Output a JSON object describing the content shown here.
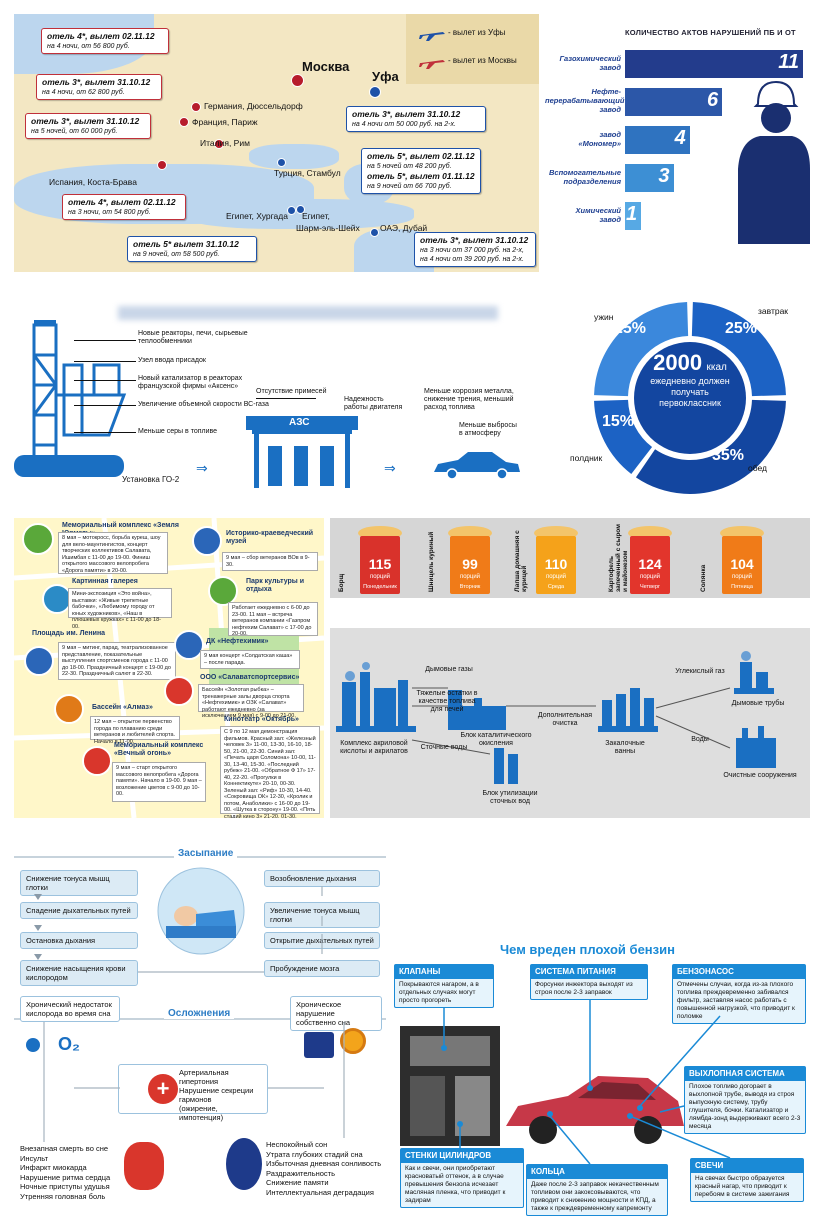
{
  "map": {
    "legend_ufa": "- вылет из Уфы",
    "legend_moscow": "- вылет из Москвы",
    "colors": {
      "ufa": "#1e52a8",
      "moscow": "#c0303a"
    },
    "cities": {
      "moscow": "Москва",
      "ufa": "Уфа",
      "germany": "Германия, Дюссельдорф",
      "france": "Франция, Париж",
      "italy": "Италия, Рим",
      "spain": "Испания, Коста-Брава",
      "turkey": "Турция, Стамбул",
      "egypt_h": "Египет, Хургада",
      "egypt_s1": "Египет,",
      "egypt_s2": "Шарм-эль-Шейх",
      "uae": "ОАЭ, Дубай"
    },
    "cards": [
      {
        "h": "отель 4*, вылет 02.11.12",
        "t": "на 4 ночи, от 56 800 руб."
      },
      {
        "h": "отель 3*, вылет 31.10.12",
        "t": "на 4 ночи, от 62 800 руб."
      },
      {
        "h": "отель 3*, вылет 31.10.12",
        "t": "на 5 ночей, от 60 000 руб."
      },
      {
        "h": "отель 4*, вылет 02.11.12",
        "t": "на 3 ночи, от 54 800 руб."
      },
      {
        "h": "отель 3*, вылет 31.10.12",
        "t": "на 4 ночи от 50 000 руб. на 2-х."
      },
      {
        "h": "отель 5*, вылет 02.11.12",
        "t": "на 5 ночей от 48 200 руб."
      },
      {
        "h": "отель 5*, вылет 01.11.12",
        "t": "на 9 ночей от 66 700 руб."
      },
      {
        "h": "отель 5* вылет 31.10.12",
        "t": "на 9 ночей, от 58 500 руб."
      },
      {
        "h": "отель 3*, вылет 31.10.12",
        "t": "на 3 ночи от 37 000 руб. на 2-х,"
      },
      {
        "h": "",
        "t": "на 4 ночи от 39 200 руб. на 2-х."
      }
    ]
  },
  "violations": {
    "title": "КОЛИЧЕСТВО АКТОВ НАРУШЕНИЙ ПБ И ОТ",
    "chart_data": {
      "type": "bar",
      "categories": [
        "Газохимический завод",
        "Нефте-перерабатывающий завод",
        "завод «Мономер»",
        "Вспомогательные подразделения",
        "Химический завод"
      ],
      "values": [
        11,
        6,
        4,
        3,
        1
      ],
      "title": "КОЛИЧЕСТВО АКТОВ НАРУШЕНИЙ ПБ И ОТ",
      "xlim": [
        0,
        11
      ]
    },
    "labels": [
      [
        "Газохимический",
        "завод"
      ],
      [
        "Нефте-",
        "перерабатывающий",
        "завод"
      ],
      [
        "завод",
        "«Мономер»"
      ],
      [
        "Вспомогательные",
        "подразделения"
      ],
      [
        "Химический",
        "завод"
      ]
    ],
    "colors": [
      "#233c8c",
      "#2c57a8",
      "#2f73c0",
      "#3d8fd4",
      "#57a9e4"
    ]
  },
  "go2": {
    "items": [
      "Новые реакторы, печи, сырьевые теплообменники",
      "Узел ввода присадок",
      "Новый катализатор в реакторах французской фирмы «Аксенс»",
      "Увеличение объемной скорости ВС-газа",
      "Меньше серы в топливе"
    ],
    "plant": "Установка ГО-2",
    "station": "АЗС",
    "no_impurities": "Отсутствие примесей",
    "engine": "Надежность работы двигателя",
    "corrosion": "Меньше коррозия металла, снижение трения, меньший расход топлива",
    "emissions": "Меньше выбросы в атмосферу"
  },
  "donut": {
    "center_num": "2000",
    "center_unit": "ккал",
    "center_text": [
      "ежедневно должен",
      "получать",
      "первоклассник"
    ],
    "chart_data": {
      "type": "pie",
      "categories": [
        "завтрак",
        "обед",
        "полдник",
        "ужин"
      ],
      "values": [
        25,
        35,
        15,
        25
      ]
    },
    "pct": [
      "25%",
      "35%",
      "15%",
      "25%"
    ],
    "colors": {
      "dark": "#1346a0",
      "mid": "#1c62c4",
      "light": "#3b88dc"
    }
  },
  "city": {
    "pois": [
      {
        "t": "Мемориальный комплекс «Земля Юрматы»",
        "b": "8 мая – мотокросс, борьба куреш, шоу для вело-маунтингистов, концерт творческих коллективов Салавата, Ишимбая с 11-00 до 19-00. Финиш открытого массового велопробега «Дорога памяти» в 20-00."
      },
      {
        "t": "Историко-краеведческий музей",
        "b": "9 мая – сбор ветеранов ВОв в 9-30."
      },
      {
        "t": "Картинная галерея",
        "b": "Мини-экспозиция «Это война», выставки: «Живые трепетные бабочки», «Любимому городу от юных художников», «Наш в плюшевых кружках» с 11-00 до 18-00."
      },
      {
        "t": "Парк культуры и отдыха",
        "b": "Работает ежедневно с 6-00 до 23-00. 11 мая – встреча ветеранов компании «Газпром нефтехим Салават» с 17-00 до 20-00."
      },
      {
        "t": "Площадь им. Ленина",
        "b": "9 мая – митинг, парад, театрализованное представление, показательные выступления спортсменов города с 11-00 до 18-00. Праздничный концерт с 19-00 до 22-30. Праздничный салют в 22-30."
      },
      {
        "t": "ДК «Нефтехимик»",
        "b": "9 мая концерт «Солдатская каша» – после парада."
      },
      {
        "t": "ООО «Салаватспортсервис»",
        "b": "Бассейн «Золотая рыбка» – тренажерные залы дворца спорта «Нефтехимик» и ОЗК «Салават» работают ежедневно (за исключением 9 мая) с 9-00 до 21-00."
      },
      {
        "t": "Бассейн «Алмаз»",
        "b": "12 мая – открытое первенство города по плаванию среди ветеранов и любителей спорта. Начало в 11-00."
      },
      {
        "t": "Кинотеатр «Октябрь»",
        "b": "С 9 по 12 мая демонстрация фильмов. Красный зал: «Железный человек 3» 11-00, 13-30, 16-10, 18-50, 21-00, 22-30. Синий зал: «Печать царя Соломона» 10-00, 11-30, 13-40, 15-30. «Последний рубеж» 21-00. «Обратное Ф 17» 17-40, 22-20. «Прогулки в Коннектикуте» 20-10, 00-30. Зеленый зал: «Риф» 10-30, 14-40. «Сокровища ОК» 12-30, «Кролик и потом, Анаболики» с 16-00 до 19-00. «Шутка в сторону» 19-00. «Пять стадий кино 3» 21-20, 01-30."
      },
      {
        "t": "Мемориальный комплекс «Вечный огонь»",
        "b": "9 мая – старт открытого массового велопробега «Дорога памяти». Начало в 19-00. 9 мая – возложение цветов с 9-00 до 10-00."
      }
    ]
  },
  "portions": {
    "chart_data": {
      "type": "bar",
      "categories": [
        "Борщ",
        "Шницель куриный",
        "Лапша домашняя с курицей",
        "Картофель запеченный с сыром и майонезом",
        "Солянка"
      ],
      "values": [
        115,
        99,
        110,
        124,
        104
      ]
    },
    "unit": "порций",
    "days": [
      "Понедельник",
      "Вторник",
      "Среда",
      "Четверг",
      "Пятница"
    ],
    "colors": [
      "#d9322b",
      "#f07b18",
      "#f5a21a",
      "#e2352c",
      "#f07b18"
    ]
  },
  "process": {
    "complex": "Комплекс акриловой кислоты и акрилатов",
    "fluegas": "Дымовые газы",
    "heavy": "Тяжелые остатки в качестве топлива для печей",
    "catalytic": "Блок каталитического окисления",
    "extra": "Дополнительная очистка",
    "co2": "Углекислый газ",
    "stacks": "Дымовые трубы",
    "quench": "Закалочные ванны",
    "water": "Воды",
    "waste": "Сточные воды",
    "utilization": "Блок утилизации сточных вод",
    "treatment": "Очистные сооружения",
    "color": "#1a6fc2"
  },
  "sleep": {
    "title": "Засыпание",
    "left": [
      "Снижение тонуса мышц глотки",
      "Спадение дыхательных путей",
      "Остановка дыхания",
      "Снижение насыщения крови кислородом"
    ],
    "right": [
      "Возобновление дыхания",
      "Увеличение тонуса мышц глотки",
      "Открытие дыхательных путей",
      "Пробуждение мозга"
    ],
    "complications": "Осложнения",
    "chronic_left": "Хронический недостаток кислорода во время сна",
    "chronic_right": "Хроническое нарушение собственно сна",
    "o2": "O₂",
    "center": [
      "Артериальная гипертония",
      "Нарушение секреции гармонов",
      "(ожирение, импотенция)"
    ],
    "bl": [
      "Внезапная смерть во сне",
      "Инсульт",
      "Инфаркт миокарда",
      "Нарушение ритма сердца",
      "Ночные приступы удушья",
      "Утренняя головная боль"
    ],
    "br": [
      "Неспокойный сон",
      "Утрата глубоких стадий сна",
      "Избыточная дневная сонливость",
      "Раздражительность",
      "Снижение памяти",
      "Интеллектуальная деградация"
    ]
  },
  "fuel": {
    "title": "Чем вреден плохой бензин",
    "boxes": [
      {
        "h": "КЛАПАНЫ",
        "b": "Покрываются нагаром, а в отдельных случаях могут просто прогореть"
      },
      {
        "h": "СИСТЕМА ПИТАНИЯ",
        "b": "Форсунки инжектора выходят из строя после 2-3 заправок"
      },
      {
        "h": "БЕНЗОНАСОС",
        "b": "Отмечены случаи, когда из-за плохого топлива преждевременно забивался фильтр, заставляя насос работать с повышенной нагрузкой, что приводит к поломке"
      },
      {
        "h": "ВЫХЛОПНАЯ СИСТЕМА",
        "b": "Плохое топливо догорает в выхлопной трубе, выводя из строя выпускную систему, трубу глушителя, бочки. Катализатор и лямбда-зонд выдерживают всего 2-3 месяца"
      },
      {
        "h": "СТЕНКИ ЦИЛИНДРОВ",
        "b": "Как и свечи, они приобретают красноватый оттенок, а в случае превышения бензола исчезает масляная пленка, что приводит к задирам"
      },
      {
        "h": "КОЛЬЦА",
        "b": "Даже после 2-3 заправок некачественным топливом они закоксовываются, что приводит к снижению мощности и КПД, а также к преждевременному капремонту"
      },
      {
        "h": "СВЕЧИ",
        "b": "На свечах быстро образуется красный нагар, что приводит к перебоям в системе зажигания"
      }
    ]
  }
}
